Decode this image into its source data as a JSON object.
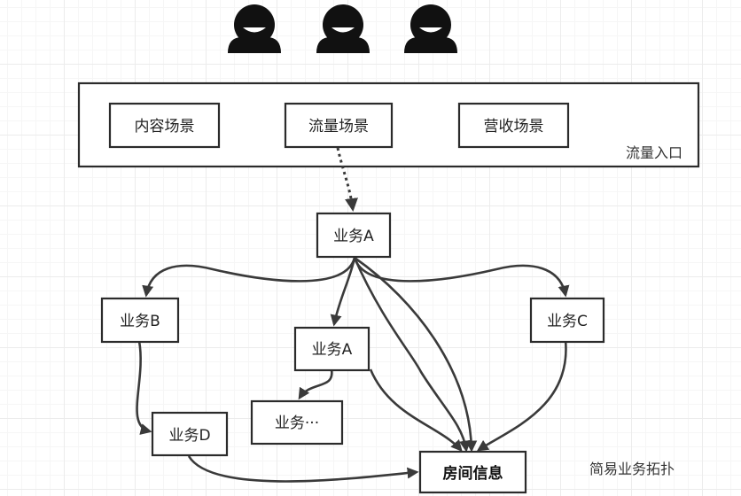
{
  "users": [
    {
      "icon": "user-icon"
    },
    {
      "icon": "user-icon"
    },
    {
      "icon": "user-icon"
    }
  ],
  "entry_group": {
    "label": "流量入口",
    "scenes": [
      "内容场景",
      "流量场景",
      "营收场景"
    ]
  },
  "nodes": {
    "business_a": "业务A",
    "business_b": "业务B",
    "business_c": "业务C",
    "business_a_sub": "业务A",
    "business_etc": "业务···",
    "business_d": "业务D",
    "room_info": "房间信息"
  },
  "caption": "简易业务拓扑",
  "colors": {
    "line": "#3a3a3a",
    "box_border": "#2b2b2b",
    "user_icon": "#111111"
  }
}
